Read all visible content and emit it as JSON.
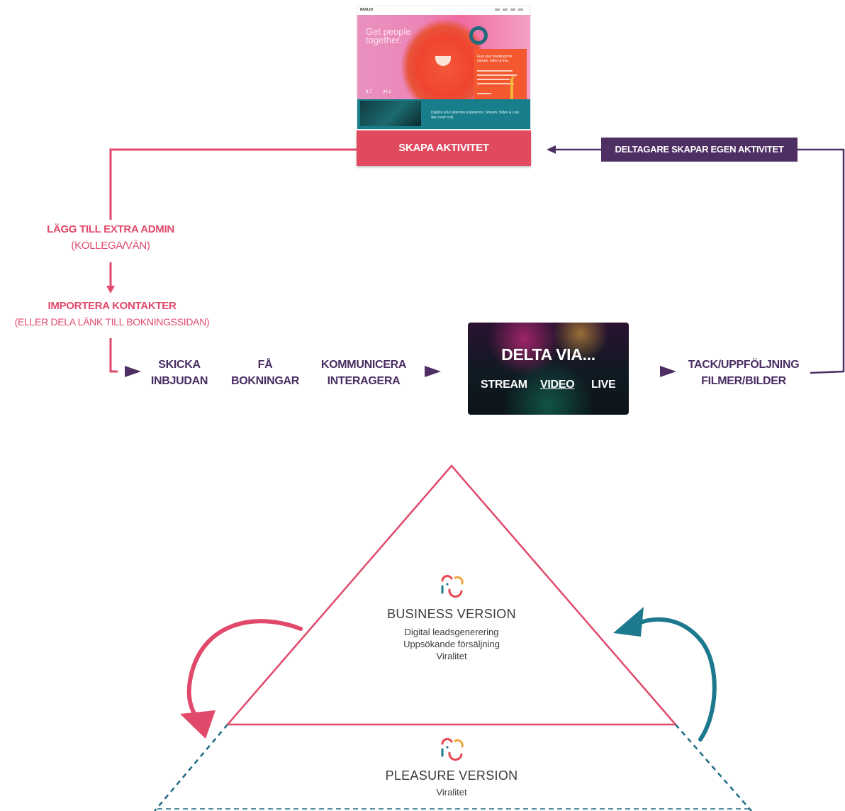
{
  "hero": {
    "brand": "INVAJO",
    "headline_1": "Get people",
    "headline_2": "together.",
    "card_text": "Fuel your bookings for stream, video & live.",
    "stat_1": "8.7",
    "stat_2": "34.2",
    "bottom_text": "Digitize your attendee experience. Stream, Video & Live. We cover it all."
  },
  "flow": {
    "skapa_aktivitet": "SKAPA AKTIVITET",
    "deltagare_skapar": "DELTAGARE SKAPAR EGEN AKTIVITET",
    "extra_admin": "LÄGG TILL EXTRA ADMIN",
    "extra_admin_sub": "(KOLLEGA/VÄN)",
    "importera": "IMPORTERA KONTAKTER",
    "importera_sub": "(ELLER DELA LÄNK TILL BOKNINGSSIDAN)",
    "skicka_1": "SKICKA",
    "skicka_2": "INBJUDAN",
    "fa_1": "FÅ",
    "fa_2": "BOKNINGAR",
    "komm_1": "KOMMUNICERA",
    "komm_2": "INTERAGERA",
    "delta_title": "DELTA VIA...",
    "delta_stream": "STREAM",
    "delta_video": "VIDEO",
    "delta_live": "LIVE",
    "tack_1": "TACK/UPPFÖLJNING",
    "tack_2": "FILMER/BILDER"
  },
  "pyramid": {
    "business_title": "BUSINESS VERSION",
    "business_lines": [
      "Digital leadsgenerering",
      "Uppsökande försäljning",
      "Viralitet"
    ],
    "pleasure_title": "PLEASURE VERSION",
    "pleasure_lines": [
      "Viralitet"
    ]
  },
  "colors": {
    "pink": "#e14a6c",
    "purple": "#4e2f63",
    "teal": "#1d7a8e",
    "logo_red": "#e7474e",
    "logo_orange": "#f2a23a"
  }
}
